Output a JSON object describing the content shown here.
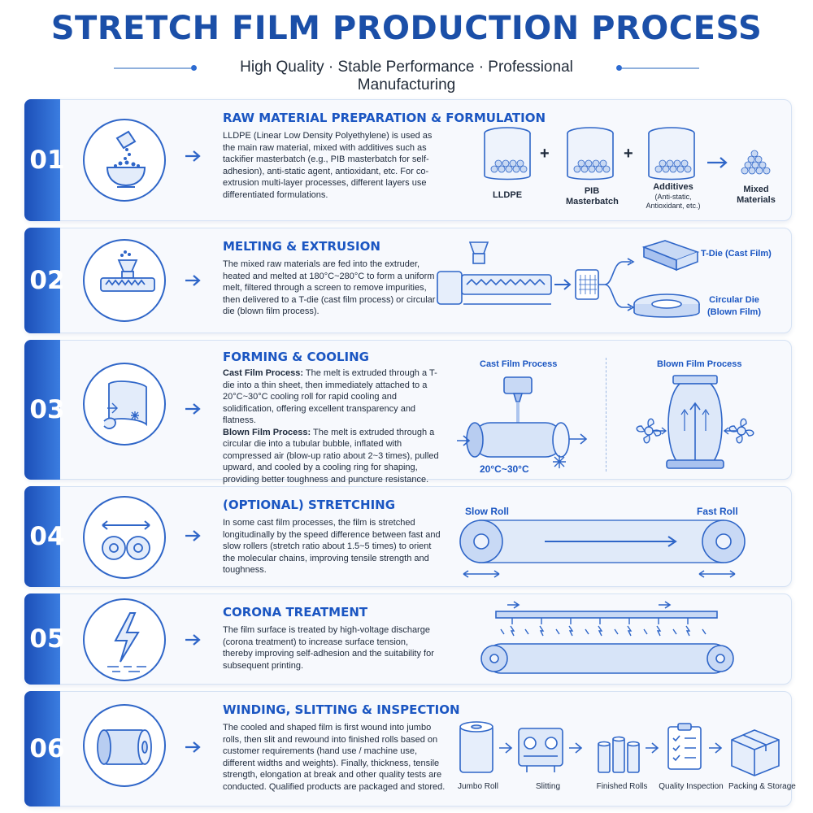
{
  "header": {
    "title": "STRETCH FILM PRODUCTION PROCESS",
    "subtitle": "High Quality · Stable Performance · Professional Manufacturing"
  },
  "steps": [
    {
      "number": "01",
      "title": "RAW MATERIAL PREPARATION & FORMULATION",
      "text": "LLDPE (Linear Low Density Polyethylene) is used as the main raw material, mixed with additives such as tackifier masterbatch (e.g., PIB masterbatch for self-adhesion), anti-static agent, antioxidant, etc. For co-extrusion multi-layer processes, different layers use differentiated formulations.",
      "icon": "powder-bowl-icon",
      "labels": {
        "lldpe": "LLDPE",
        "pib": "PIB\nMasterbatch",
        "additives": "Additives",
        "additives_note": "(Anti-static,\nAntioxidant, etc.)",
        "mixed": "Mixed\nMaterials",
        "plus": "+"
      }
    },
    {
      "number": "02",
      "title": "MELTING & EXTRUSION",
      "text": "The mixed raw materials are fed into the extruder, heated and melted at 180°C~280°C to form a uniform melt, filtered through a screen to remove impurities, then delivered to a T-die (cast film process) or circular die (blown film process).",
      "icon": "extruder-icon",
      "labels": {
        "tdie": "T-Die (Cast Film)",
        "circular": "Circular Die\n(Blown Film)"
      }
    },
    {
      "number": "03",
      "title": "FORMING & COOLING",
      "cast_label": "Cast Film Process:",
      "cast_text": " The melt is extruded through a T-die into a thin sheet, then immediately attached to a 20°C~30°C cooling roll for rapid cooling and solidification, offering excellent transparency and flatness.",
      "blown_label": "Blown Film Process:",
      "blown_text": " The melt is extruded through a circular die into a tubular bubble, inflated with compressed air (blow-up ratio about 2~3 times), pulled upward, and cooled by a cooling ring for shaping, providing better toughness and puncture resistance.",
      "icon": "film-sheet-icon",
      "labels": {
        "cast": "Cast Film Process",
        "blown": "Blown Film Process",
        "temp": "20°C~30°C"
      }
    },
    {
      "number": "04",
      "title": "(OPTIONAL) STRETCHING",
      "text": "In some cast film processes, the film is stretched longitudinally by the speed difference between fast and slow rollers (stretch ratio about 1.5~5 times) to orient the molecular chains, improving tensile strength and toughness.",
      "icon": "rollers-icon",
      "labels": {
        "slow": "Slow Roll",
        "fast": "Fast Roll"
      }
    },
    {
      "number": "05",
      "title": "CORONA TREATMENT",
      "text": "The film surface is treated by high-voltage discharge (corona treatment) to increase surface tension, thereby improving self-adhesion and the suitability for subsequent printing.",
      "icon": "lightning-icon"
    },
    {
      "number": "06",
      "title": "WINDING, SLITTING & INSPECTION",
      "text": "The cooled and shaped film is first wound into jumbo rolls, then slit and rewound into finished rolls based on customer requirements (hand use / machine use, different widths and weights). Finally, thickness, tensile strength, elongation at break and other quality tests are conducted. Qualified products are packaged and stored.",
      "icon": "film-roll-icon",
      "labels": {
        "jumbo": "Jumbo Roll",
        "slitting": "Slitting",
        "finished": "Finished Rolls",
        "quality": "Quality Inspection",
        "packing": "Packing & Storage"
      }
    }
  ],
  "colors": {
    "accent": "#1b56c2",
    "tab": "#2a63cc",
    "card_bg": "#f7f9fd",
    "line": "#2f66c8"
  }
}
